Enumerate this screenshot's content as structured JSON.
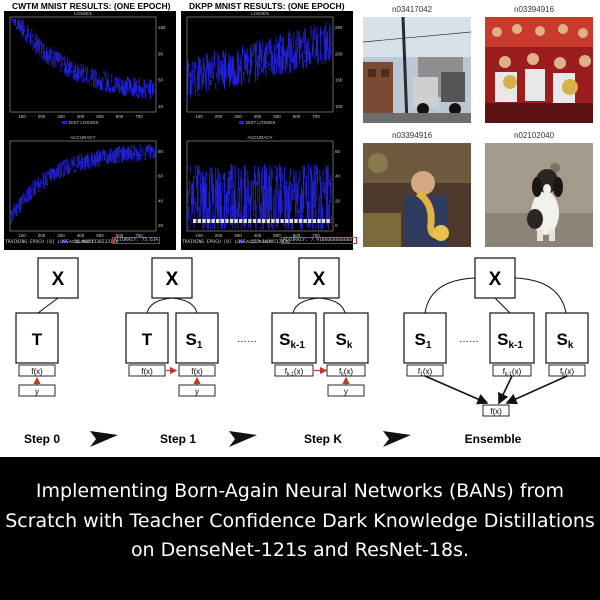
{
  "panels": {
    "cwtm": {
      "title": "CWTM MNIST RESULTS: (ONE EPOCH)",
      "top_plot_label": "LOSSES",
      "top_legend": "DIST LOSSES",
      "top_yticks": [
        "150",
        "90",
        "50",
        "15"
      ],
      "bottom_plot_label": "ACCURACY",
      "bottom_legend": "ACCURACY",
      "bottom_yticks": [
        "80",
        "60",
        "40",
        "20"
      ],
      "xticks": [
        "100",
        "200",
        "300",
        "400",
        "500",
        "600",
        "700"
      ],
      "status_text": "TRAINING EPOCH [0] LOSS: 56.985733021318e",
      "accuracy_text": "ACCURACY: 75.61%"
    },
    "dkpp": {
      "title": "DKPP MNIST RESULTS: (ONE EPOCH)",
      "top_plot_label": "LOSSES",
      "top_legend": "DIST LOSSES",
      "top_yticks": [
        "250",
        "200",
        "150",
        "100"
      ],
      "bottom_plot_label": "ACCURACY",
      "bottom_legend": "ACCURACY",
      "bottom_yticks": [
        "60",
        "40",
        "20",
        "0"
      ],
      "xticks": [
        "100",
        "200",
        "300",
        "400",
        "500",
        "600",
        "700"
      ],
      "status_text": "TRAINING EPOCH [0] LOSS: 227.1038517036",
      "accuracy_text": "ACCURACY: 7.91666666666667"
    }
  },
  "images": [
    {
      "label": "n03417042",
      "subject": "street-garbage-truck"
    },
    {
      "label": "n03394916",
      "subject": "marching-band-red-uniforms"
    },
    {
      "label": "n03394916",
      "subject": "saxophone-player"
    },
    {
      "label": "n02102040",
      "subject": "spaniel-dog"
    }
  ],
  "diagram": {
    "input_label": "X",
    "teacher_label": "T",
    "student_1_sub": "1",
    "student_km1_sub": "k-1",
    "student_k_sub": "k",
    "student_letter": "S",
    "fx_label": "f(x)",
    "y_label": "y",
    "dots": "……",
    "steps": [
      "Step 0",
      "Step 1",
      "Step K",
      "Ensemble"
    ]
  },
  "footer": {
    "title": "Implementing Born-Again Neural Networks (BANs) from Scratch with Teacher Confidence Dark Knowledge Distillations on DenseNet-121s and ResNet-18s."
  },
  "colors": {
    "plot_bg": "#000000",
    "series": "#2222dd",
    "highlight": "#e02020",
    "footer_bg": "#000000",
    "footer_text": "#ffffff"
  }
}
